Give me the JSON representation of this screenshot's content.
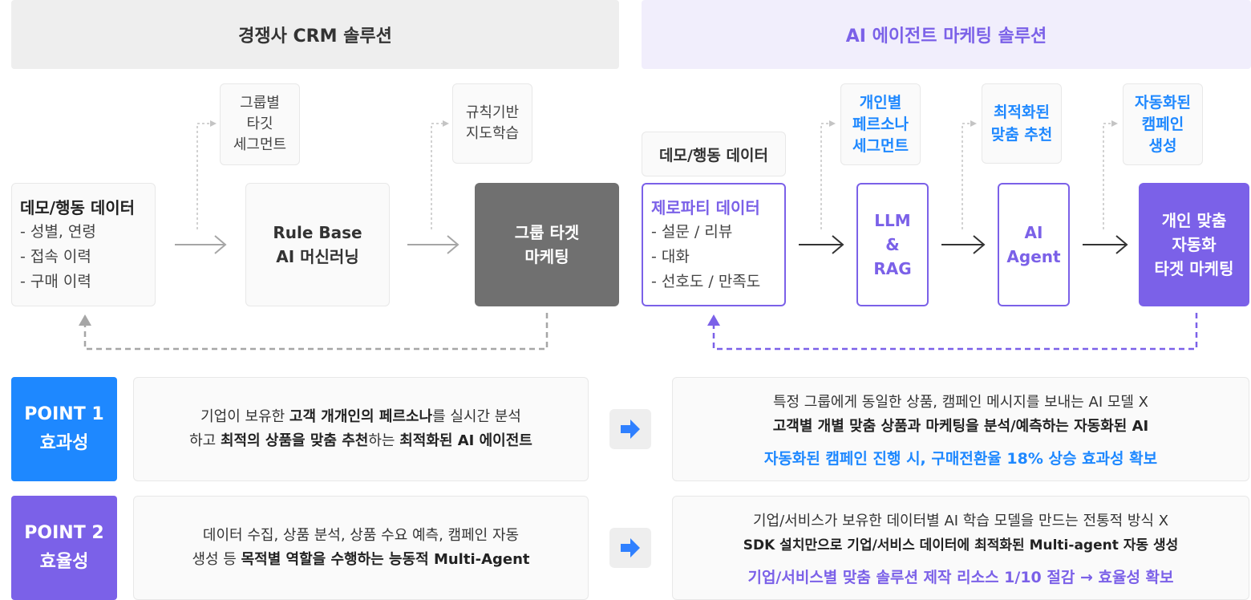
{
  "headers": {
    "left": "경쟁사 CRM 솔루션",
    "right": "AI 에이전트 마케팅 솔루션"
  },
  "left_flow": {
    "source": {
      "title": "데모/행동 데이터",
      "items": [
        "- 성별, 연령",
        "- 접속 이력",
        "- 구매 이력"
      ]
    },
    "note1": [
      "그룹별",
      "타깃",
      "세그먼트"
    ],
    "engine": [
      "Rule Base",
      "AI 머신러닝"
    ],
    "note2": [
      "규칙기반",
      "지도학습"
    ],
    "output": [
      "그룹 타겟",
      "마케팅"
    ]
  },
  "right_flow": {
    "demo_label": "데모/행동 데이터",
    "source": {
      "title": "제로파티 데이터",
      "items": [
        "- 설문 / 리뷰",
        "- 대화",
        "- 선호도 / 만족도"
      ]
    },
    "note1": [
      "개인별",
      "페르소나",
      "세그먼트"
    ],
    "llm": [
      "LLM",
      "&",
      "RAG"
    ],
    "note2": [
      "최적화된",
      "맞춤 추천"
    ],
    "agent": [
      "AI",
      "Agent"
    ],
    "note3": [
      "자동화된",
      "캠페인",
      "생성"
    ],
    "output": [
      "개인 맞춤",
      "자동화",
      "타겟 마케팅"
    ]
  },
  "points": [
    {
      "label": "POINT 1",
      "sub": "효과성",
      "desc_line1": [
        "기업이 보유한 ",
        "고객 개개인의 페르소나",
        "를 실시간 분석"
      ],
      "desc_line2": [
        "하고 ",
        "최적의 상품을 맞춤 추천",
        "하는 ",
        "최적화된 AI 에이전트"
      ],
      "result_line1": "특정 그룹에게 동일한 상품, 캠페인 메시지를 보내는 AI 모델 X",
      "result_line2": "고객별 개별 맞춤 상품과 마케팅을 분석/예측하는 자동화된 AI",
      "result_highlight": "자동화된 캠페인 진행 시, 구매전환율 18% 상승 효과성 확보"
    },
    {
      "label": "POINT 2",
      "sub": "효율성",
      "desc_line1": [
        "데이터 수집, 상품 분석, 상품 수요 예측, 캠페인 자동"
      ],
      "desc_line2": [
        "생성 등 ",
        "목적별 역할을 수행하는 능동적 Multi-Agent"
      ],
      "result_line1": "기업/서비스가 보유한 데이터별 AI 학습 모델을 만드는 전통적 방식 X",
      "result_line2": "SDK 설치만으로 기업/서비스 데이터에 최적화된 Multi-agent 자동 생성",
      "result_highlight": "기업/서비스별 맞춤 솔루션 제작 리소스 1/10 절감 → 효율성 확보"
    }
  ],
  "colors": {
    "blue": "#1e88ff",
    "purple": "#7b61e8",
    "dark_gray": "#707070",
    "arrow_chip": "#2f80ff"
  }
}
